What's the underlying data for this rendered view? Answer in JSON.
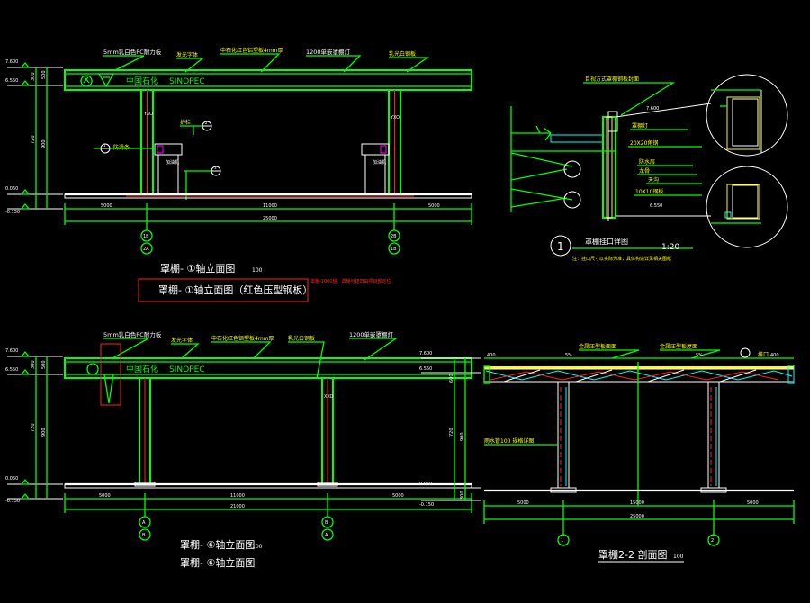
{
  "colors": {
    "background": "#000000",
    "primary": "#00ff00",
    "secondary": "#ffffff",
    "annotation": "#ffff00",
    "accent": "#ff00ff",
    "detail": "#00ffff",
    "highlight": "#ff2020"
  },
  "v1": {
    "elev": [
      "7.600",
      "6.550",
      "0.050",
      "-0.150"
    ],
    "vdims": [
      "300",
      "500",
      "720",
      "900"
    ],
    "notes": {
      "pc": "5mm乳白色PC耐力板",
      "logo": "发光字体",
      "steel": "中石化红色铝塑板4mm厚",
      "light": "1200单嵌罩棚灯",
      "column": "乳光白钢板"
    },
    "brand_cn": "中国石化",
    "brand_en": "SINOPEC",
    "pump_cn": "加油机",
    "hdims": [
      "5000",
      "11000",
      "5000",
      "25000"
    ],
    "grid": [
      "1B",
      "2A",
      "2B",
      "1B"
    ],
    "col_tag": "YXO",
    "callout_notes": [
      "防滑条",
      "护栏"
    ],
    "callouts": [
      "1",
      "2",
      "3"
    ],
    "title1": "罩棚- ①轴立面图",
    "title1_scale": "100",
    "title2": "罩棚- ①轴立面图（红色压型钢板）",
    "red_note": "罩棚-1000轴，罩棚与建筑由项目部定位"
  },
  "v2": {
    "notes": [
      "目视方式罩棚钢板封面",
      "罩棚灯",
      "20X20角钢",
      "防水层",
      "龙骨",
      "天沟",
      "10X10钢板"
    ],
    "elev": [
      "7.600",
      "6.550"
    ],
    "callout_no": "1",
    "title": "罩棚挂口详图",
    "scale": "1:20",
    "note": "注：挂口尺寸以实际为准，具体构造详见相关图纸"
  },
  "v3": {
    "elev": [
      "7.600",
      "6.550",
      "0.050",
      "-0.150"
    ],
    "vdims": [
      "300",
      "500",
      "720",
      "900"
    ],
    "notes": {
      "pc": "5mm乳白色PC耐力板",
      "logo": "发光字体",
      "steel": "中石化红色铝塑板4mm厚",
      "column": "乳光白钢板",
      "light": "1200单嵌罩棚灯"
    },
    "brand_cn": "中国石化",
    "brand_en": "SINOPEC",
    "col_tag": "XXO",
    "hdims": [
      "5000",
      "11000",
      "5000",
      "21000"
    ],
    "grid": [
      "A",
      "B",
      "B",
      "A"
    ],
    "title1": "罩棚- ⑥轴立面图",
    "title1_scale": "100",
    "title2": "罩棚- ⑥轴立面图"
  },
  "v4": {
    "top_notes": [
      "金属压型板面面",
      "金属压型板屋面"
    ],
    "side_note": "排口",
    "elev": [
      "7.600",
      "6.550",
      "0.050",
      "-0.150"
    ],
    "vdims": [
      "600",
      "720",
      "900",
      "300"
    ],
    "span_dims": [
      "400",
      "5%",
      "5%",
      "400"
    ],
    "col_note": "雨水管100 规格详图",
    "hdims": [
      "5000",
      "15000",
      "5000",
      "25000"
    ],
    "grid": [
      "1",
      "2"
    ],
    "title": "罩棚2-2 剖面图",
    "title_scale": "100"
  }
}
